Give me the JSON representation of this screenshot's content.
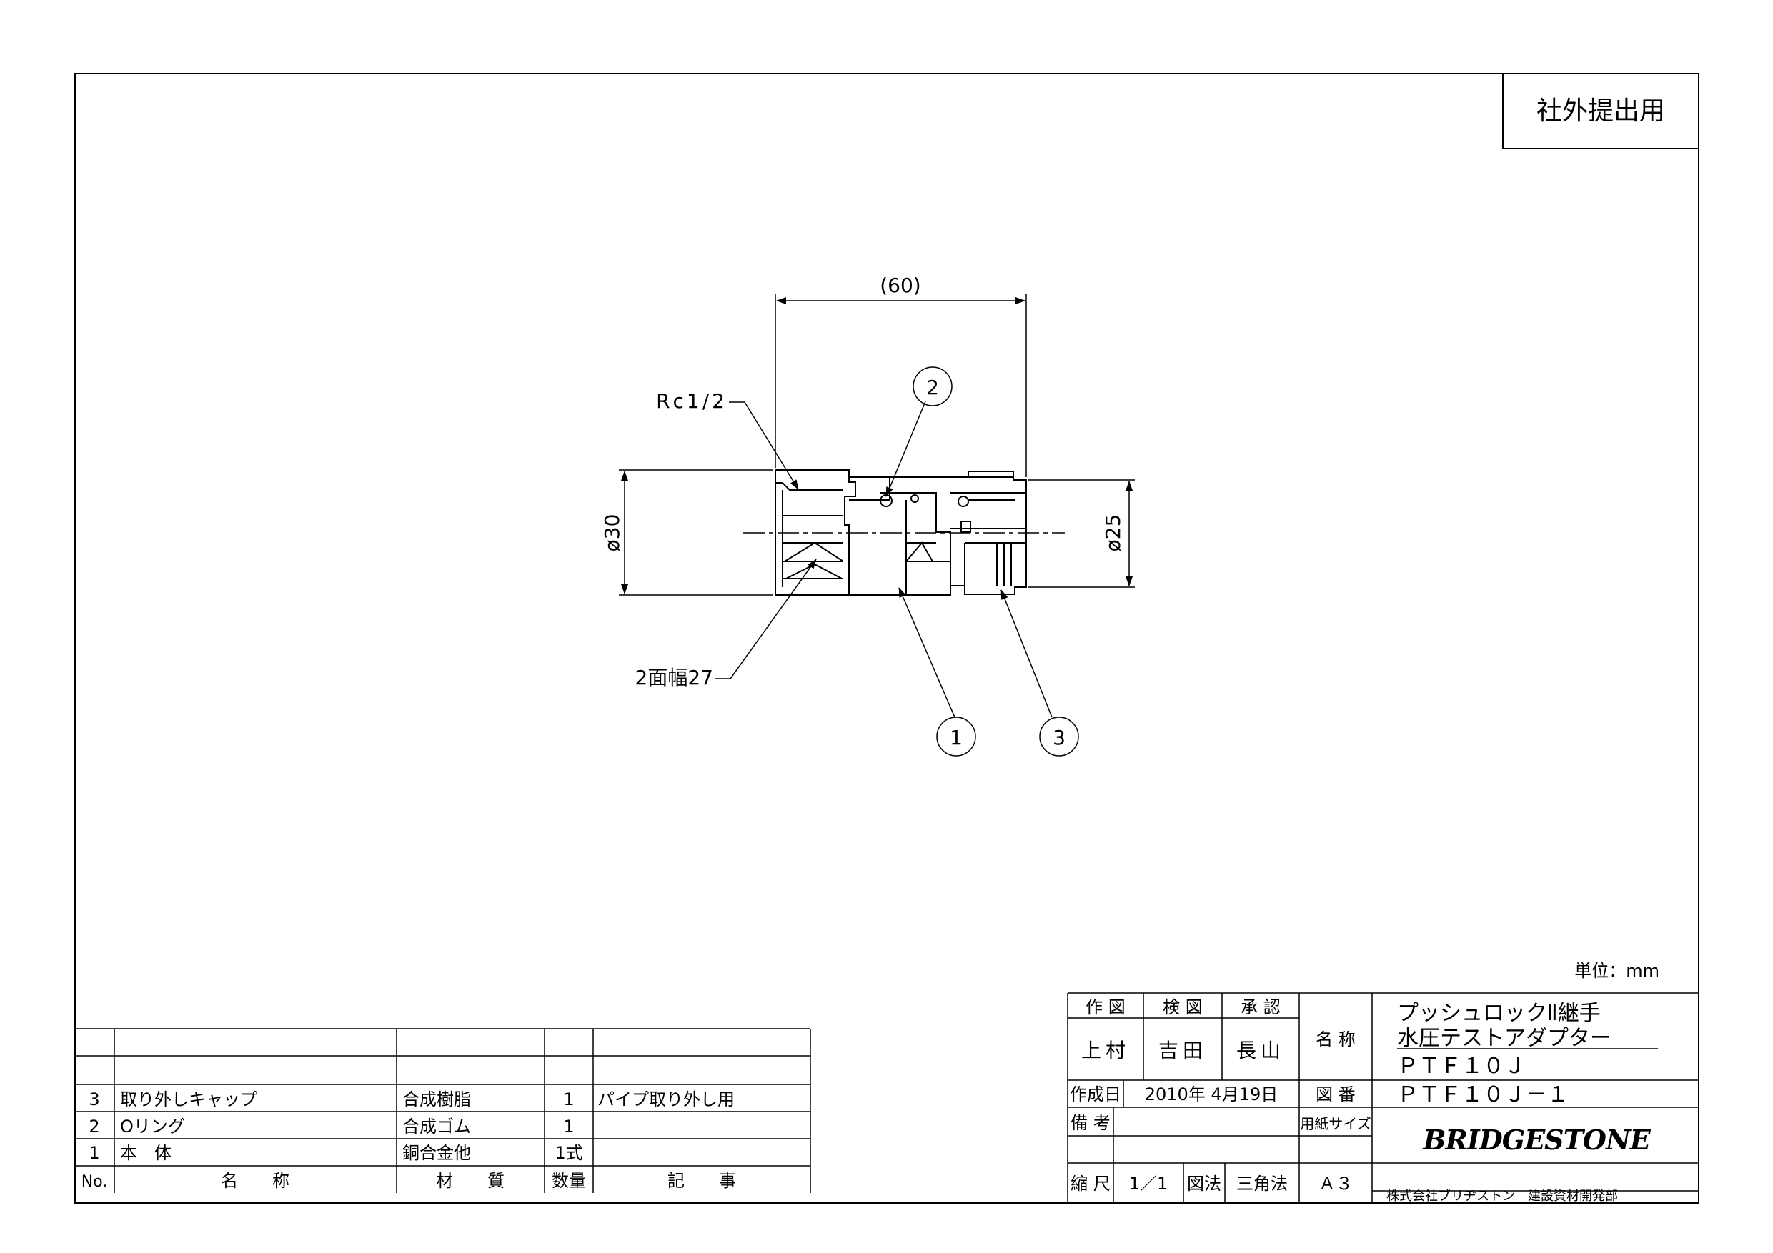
{
  "stamp": "社外提出用",
  "drawing": {
    "dim_length": "(60)",
    "dim_outer_diameter": "ø30",
    "dim_cap_diameter": "ø25",
    "thread_label": "Rc1/2",
    "flat_label": "2面幅27",
    "balloons": [
      "1",
      "2",
      "3"
    ]
  },
  "unit": "単位：mm",
  "parts_list": {
    "header": {
      "no": "No.",
      "name": "名　　称",
      "material": "材　　質",
      "qty": "数量",
      "remarks": "記　　事"
    },
    "rows": [
      {
        "no": "3",
        "name": "取り外しキャップ",
        "material": "合成樹脂",
        "qty": "1",
        "remarks": "パイプ取り外し用"
      },
      {
        "no": "2",
        "name": "Oリング",
        "material": "合成ゴム",
        "qty": "1",
        "remarks": ""
      },
      {
        "no": "1",
        "name": "本　体",
        "material": "銅合金他",
        "qty": "1式",
        "remarks": ""
      }
    ]
  },
  "title_block": {
    "drawn_label": "作 図",
    "checked_label": "検 図",
    "approved_label": "承 認",
    "drawn_by": "上村",
    "checked_by": "吉田",
    "approved_by": "長山",
    "name_label": "名 称",
    "name_line1": "プッシュロックⅡ継手",
    "name_line2": "水圧テストアダプター",
    "name_line3": "ＰＴＦ１０Ｊ",
    "date_label": "作成日",
    "date": "2010年 4月19日",
    "drawing_no_label": "図 番",
    "drawing_no": "ＰＴＦ１０Ｊ－１",
    "remarks_label": "備 考",
    "paper_size_label": "用紙サイズ",
    "paper_size": "Ａ３",
    "scale_label": "縮 尺",
    "scale": "1／1",
    "projection_label": "図法",
    "projection": "三角法",
    "logo": "BRIDGESTONE",
    "company": "株式会社ブリヂストン　建設資材開発部"
  }
}
